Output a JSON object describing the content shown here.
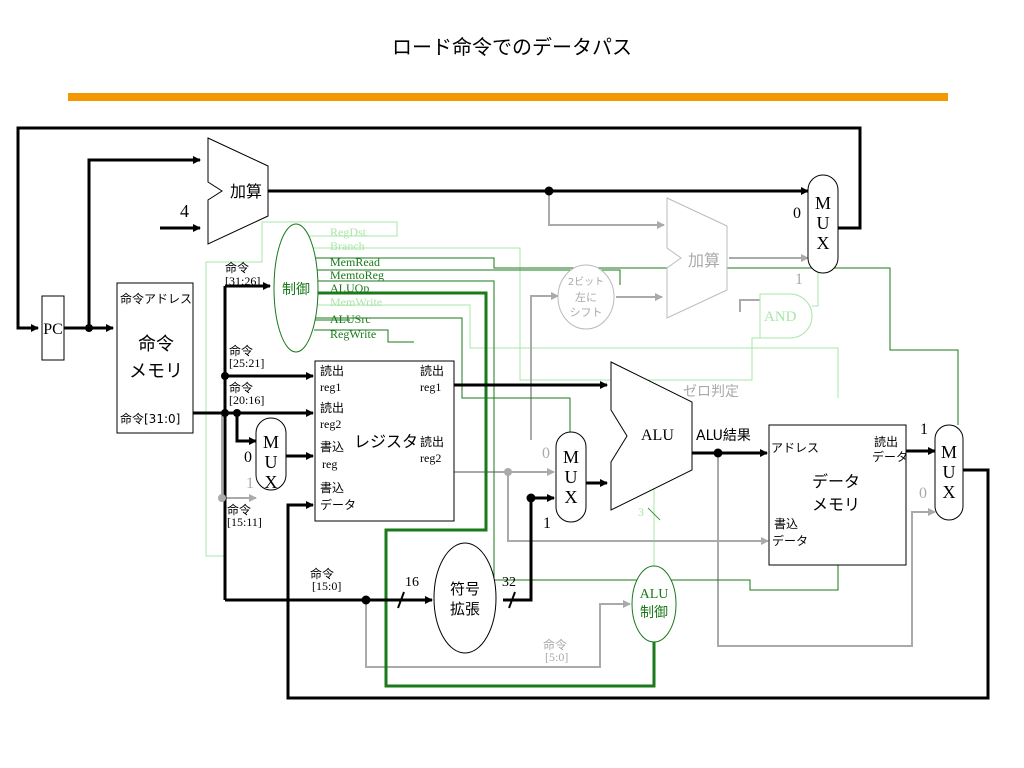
{
  "title": "ロード命令でのデータパス",
  "accent_color": "#f39800",
  "pc": "PC",
  "imem": {
    "addr": "命令アドレス",
    "name1": "命令",
    "name2": "メモリ",
    "out": "命令[31:0]"
  },
  "adder1": {
    "label": "加算",
    "const": "4"
  },
  "adder2": {
    "label": "加算"
  },
  "shift": {
    "l1": "2ビット",
    "l2": "左に",
    "l3": "シフト"
  },
  "and_gate": "AND",
  "control": {
    "label": "制御",
    "field": "命令",
    "bits": "[31:26]"
  },
  "signals": {
    "regdst": "RegDst",
    "branch": "Branch",
    "memread": "MemRead",
    "memtoreg": "MemtoReg",
    "aluop": "ALUOp",
    "memwrite": "MemWrite",
    "alusrc": "ALUSrc",
    "regwrite": "RegWrite"
  },
  "fields": {
    "rs": "命令",
    "rs_bits": "[25:21]",
    "rt": "命令",
    "rt_bits": "[20:16]",
    "rd": "命令",
    "rd_bits": "[15:11]",
    "imm": "命令",
    "imm_bits": "[15:0]",
    "funct": "命令",
    "funct_bits": "[5:0]"
  },
  "regfile": {
    "name": "レジスタ",
    "read1a": "読出",
    "read1b": "reg1",
    "read2a": "読出",
    "read2b": "reg2",
    "writea": "書込",
    "writeb": "reg",
    "wdataa": "書込",
    "wdatab": "データ",
    "out1a": "読出",
    "out1b": "reg1",
    "out2a": "読出",
    "out2b": "reg2"
  },
  "mux": {
    "m1": "M",
    "m2": "U",
    "m3": "X",
    "zero": "0",
    "one": "1"
  },
  "alu": {
    "label": "ALU",
    "zero": "ゼロ判定",
    "result": "ALU結果",
    "ctl_bits": "3"
  },
  "signext": {
    "l1": "符号",
    "l2": "拡張",
    "in_bits": "16",
    "out_bits": "32"
  },
  "aluctl": {
    "l1": "ALU",
    "l2": "制御"
  },
  "dmem": {
    "addr": "アドレス",
    "name1": "データ",
    "name2": "メモリ",
    "read1": "読出",
    "read2": "データ",
    "write1": "書込",
    "write2": "データ"
  }
}
